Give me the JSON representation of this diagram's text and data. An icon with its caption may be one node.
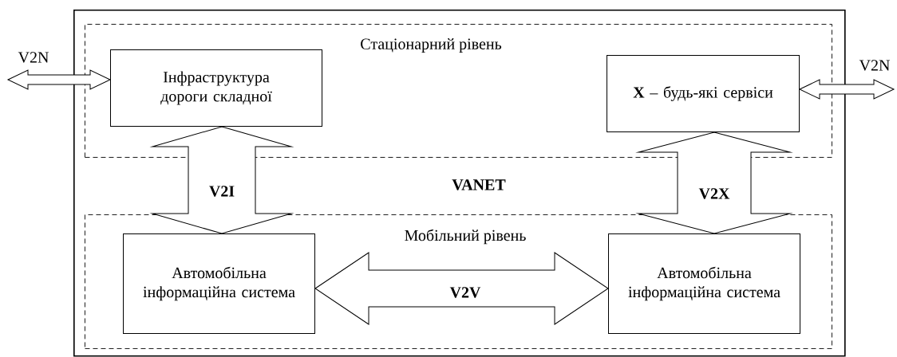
{
  "diagram": {
    "nodes": [
      {
        "text": [
          "VANET"
        ]
      },
      {
        "text": [
          "Стаціонарний рівень"
        ],
        "in": 0
      },
      {
        "text": [
          "Інфраструктура дороги складної"
        ],
        "in": 1
      },
      {
        "text": [
          "**X** – будь-які сервіси"
        ],
        "in": 1
      },
      {
        "text": [
          "Мобільний рівень"
        ],
        "in": 0
      },
      {
        "text": [
          "Автомобільна інформаційна система"
        ],
        "in": 4
      },
      {
        "text": [
          "Автомобільна інформаційна система"
        ],
        "in": 4
      }
    ],
    "edges": [
      {
        "from": null,
        "to": 2,
        "arrow": "both",
        "label": "V2N"
      },
      {
        "from": 3,
        "to": null,
        "arrow": "both",
        "label": "V2N"
      },
      {
        "from": 2,
        "to": 5,
        "arrow": "both",
        "label": "V2I"
      },
      {
        "from": 3,
        "to": 6,
        "arrow": "both",
        "label": "V2X"
      },
      {
        "from": 5,
        "to": 6,
        "arrow": "both",
        "label": "V2V"
      }
    ]
  }
}
